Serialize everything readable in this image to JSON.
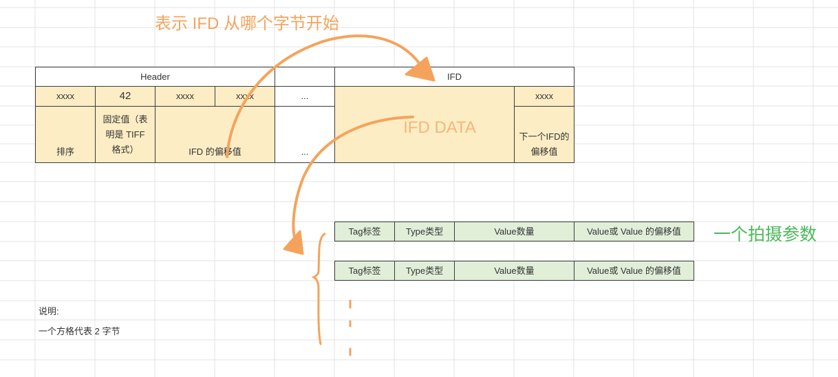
{
  "title_annotation": "表示 IFD 从哪个字节开始",
  "header_table": {
    "header_label": "Header",
    "ifd_label": "IFD",
    "row1": [
      "xxxx",
      "42",
      "xxxx",
      "xxxx",
      "...",
      "xxxx"
    ],
    "byte_order": "排序",
    "fixed_value": "固定值（表明是 TIFF 格式）",
    "ifd_offset": "IFD 的偏移值",
    "ellipsis": "...",
    "ifd_data": "IFD DATA",
    "next_ifd_offset": "下一个IFD的偏移值"
  },
  "entry_rows": [
    [
      "Tag标签",
      "Type类型",
      "Value数量",
      "Value或 Value 的偏移值"
    ],
    [
      "Tag标签",
      "Type类型",
      "Value数量",
      "Value或 Value 的偏移值"
    ]
  ],
  "entry_annotation": "一个拍摄参数",
  "notes": {
    "title": "说明:",
    "text": "一个方格代表 2 字节"
  },
  "colors": {
    "orange": "#f5a35c",
    "green": "#4cb85a",
    "yellow_cell": "#fdedc4",
    "green_cell": "#e1efd9"
  }
}
